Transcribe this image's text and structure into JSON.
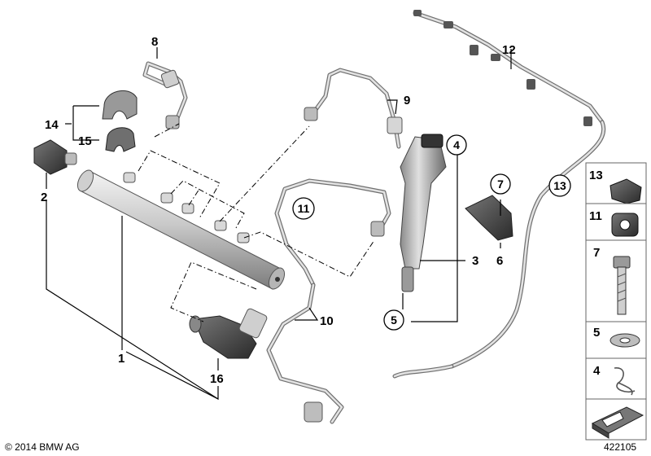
{
  "diagram": {
    "callouts": [
      {
        "id": "callout-1",
        "label": "1"
      },
      {
        "id": "callout-2",
        "label": "2"
      },
      {
        "id": "callout-3",
        "label": "3"
      },
      {
        "id": "callout-6",
        "label": "6"
      },
      {
        "id": "callout-8",
        "label": "8"
      },
      {
        "id": "callout-9",
        "label": "9"
      },
      {
        "id": "callout-10",
        "label": "10"
      },
      {
        "id": "callout-12",
        "label": "12"
      },
      {
        "id": "callout-14",
        "label": "14"
      },
      {
        "id": "callout-15",
        "label": "15"
      },
      {
        "id": "callout-16",
        "label": "16"
      }
    ],
    "circled_callouts": [
      {
        "id": "circled-4",
        "label": "4"
      },
      {
        "id": "circled-5",
        "label": "5"
      },
      {
        "id": "circled-7",
        "label": "7"
      },
      {
        "id": "circled-11",
        "label": "11"
      },
      {
        "id": "circled-13",
        "label": "13"
      }
    ],
    "side_panel": [
      {
        "id": "side-13",
        "label": "13"
      },
      {
        "id": "side-11",
        "label": "11"
      },
      {
        "id": "side-7",
        "label": "7"
      },
      {
        "id": "side-5",
        "label": "5"
      },
      {
        "id": "side-4",
        "label": "4"
      }
    ],
    "copyright": "© 2014 BMW AG",
    "diagram_id": "422105"
  }
}
